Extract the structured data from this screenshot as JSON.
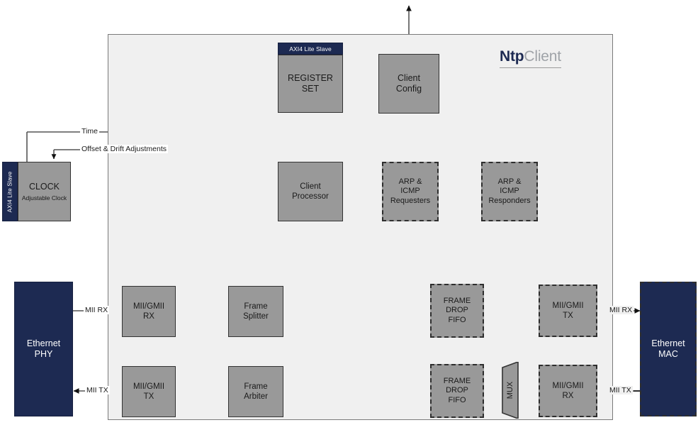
{
  "diagram": {
    "title_logo": {
      "bold": "Ntp",
      "light": "Client"
    },
    "container_name": "NtpClient"
  },
  "blocks": {
    "register_set": {
      "label1": "REGISTER",
      "label2": "SET",
      "badge": "AXI4 Lite Slave"
    },
    "client_config": {
      "label1": "Client",
      "label2": "Config"
    },
    "clock": {
      "label1": "CLOCK",
      "label2": "Adjustable Clock",
      "badge": "AXI4 Lite Slave"
    },
    "client_processor": {
      "label1": "Client",
      "label2": "Processor"
    },
    "arp_icmp_requesters": {
      "label1": "ARP &",
      "label2": "ICMP",
      "label3": "Requesters"
    },
    "arp_icmp_responders": {
      "label1": "ARP &",
      "label2": "ICMP",
      "label3": "Responders"
    },
    "ethernet_phy": {
      "label1": "Ethernet",
      "label2": "PHY"
    },
    "ethernet_mac": {
      "label1": "Ethernet",
      "label2": "MAC"
    },
    "mii_gmii_rx_left": {
      "label1": "MII/GMII",
      "label2": "RX"
    },
    "mii_gmii_tx_left": {
      "label1": "MII/GMII",
      "label2": "TX"
    },
    "frame_splitter": {
      "label1": "Frame",
      "label2": "Splitter"
    },
    "frame_arbiter": {
      "label1": "Frame",
      "label2": "Arbiter"
    },
    "frame_drop_fifo_top": {
      "label1": "FRAME",
      "label2": "DROP",
      "label3": "FIFO"
    },
    "frame_drop_fifo_bottom": {
      "label1": "FRAME",
      "label2": "DROP",
      "label3": "FIFO"
    },
    "mii_gmii_tx_right": {
      "label1": "MII/GMII",
      "label2": "TX"
    },
    "mii_gmii_rx_right": {
      "label1": "MII/GMII",
      "label2": "RX"
    },
    "mux": {
      "label": "MUX"
    }
  },
  "wire_labels": {
    "time": "Time",
    "offset_drift": "Offset & Drift Adjustments",
    "mii_rx_left": "MII RX",
    "mii_tx_left": "MII TX",
    "mii_rx_right": "MII RX",
    "mii_tx_right": "MII TX"
  },
  "colors": {
    "navy": "#1d2a52",
    "gray_block": "#999999",
    "panel": "#f0f0f0",
    "stroke": "#555555",
    "dark_stroke": "#2e2e2e",
    "logo_light": "#9fa3a8"
  }
}
